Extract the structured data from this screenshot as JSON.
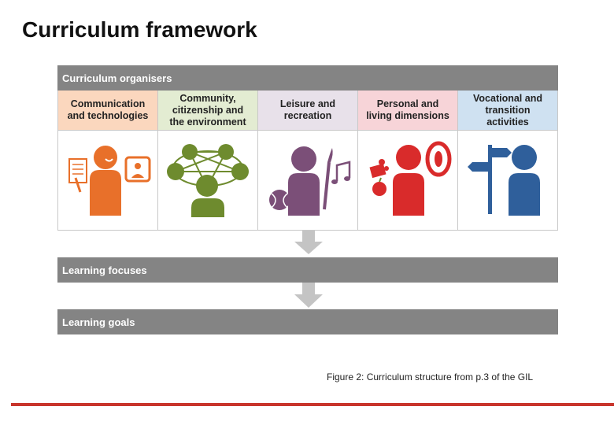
{
  "title": "Curriculum framework",
  "organisers_bar": "Curriculum organisers",
  "columns": [
    {
      "label": "Communication\nand technologies",
      "bg": "#fbd7be",
      "color": "#e8702a",
      "icon": "communication-icon"
    },
    {
      "label": "Community,\ncitizenship and\nthe environment",
      "bg": "#e3ecd2",
      "color": "#6e8b2e",
      "icon": "community-network-icon"
    },
    {
      "label": "Leisure and\nrecreation",
      "bg": "#e8e1ea",
      "color": "#7b4f78",
      "icon": "leisure-icon"
    },
    {
      "label": "Personal and\nliving dimensions",
      "bg": "#f7d4d8",
      "color": "#d92b2b",
      "icon": "personal-living-icon"
    },
    {
      "label": "Vocational and\ntransition\nactivities",
      "bg": "#cfe1f1",
      "color": "#2f5f9b",
      "icon": "signpost-icon"
    }
  ],
  "learning_focuses_bar": "Learning focuses",
  "learning_goals_bar": "Learning goals",
  "caption": "Figure 2: Curriculum structure from p.3 of the GIL",
  "colors": {
    "bar": "#848484",
    "arrow": "#c4c4c4",
    "rule": "#c8352c"
  }
}
